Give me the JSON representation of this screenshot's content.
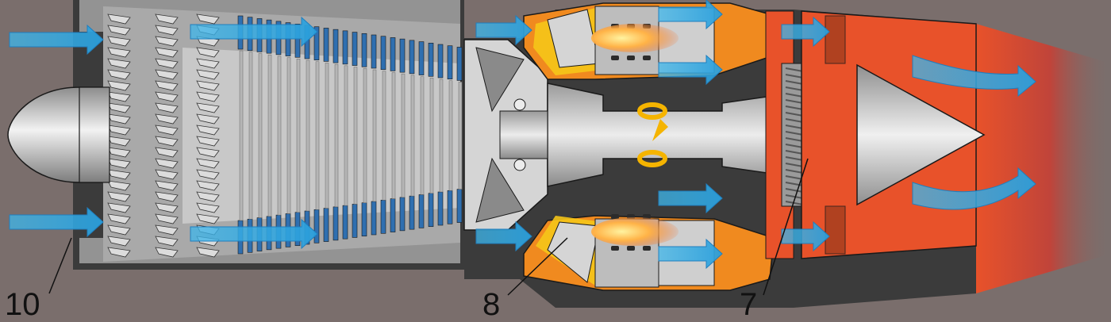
{
  "diagram": {
    "colors": {
      "background": "#7a6e6c",
      "metal_light": "#d9d9d9",
      "metal_mid": "#a9a9a9",
      "metal_dark": "#5d5d5d",
      "compressor_blue": "#2f6fb0",
      "casing_dark": "#3b3b3b",
      "combustion_orange": "#f08a1f",
      "combustion_yellow": "#f5c518",
      "flame_inner": "#ffd24a",
      "flame_outer": "#f26522",
      "exhaust_red": "#e8522a",
      "airflow_arrow": "#39a9e0",
      "rotation_arrow": "#f5b400",
      "outline": "#1a1a1a"
    },
    "icons": {
      "intake_arrows": "right-arrow-icon",
      "rotation": "rotation-arrow-icon"
    },
    "callouts": {
      "intake_label": "10",
      "combustor_label": "8",
      "turbine_label": "7"
    }
  }
}
